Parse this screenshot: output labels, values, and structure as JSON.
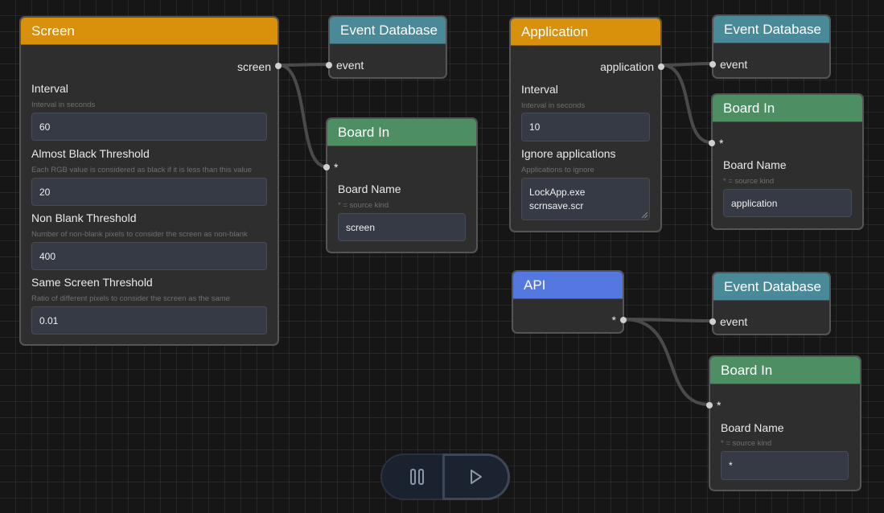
{
  "nodes": {
    "screen": {
      "title": "Screen",
      "output_port": "screen",
      "fields": [
        {
          "label": "Interval",
          "desc": "Interval in seconds",
          "value": "60"
        },
        {
          "label": "Almost Black Threshold",
          "desc": "Each RGB value is considered as black if it is less than this value",
          "value": "20"
        },
        {
          "label": "Non Blank Threshold",
          "desc": "Number of non-blank pixels to consider the screen as non-blank",
          "value": "400"
        },
        {
          "label": "Same Screen Threshold",
          "desc": "Ratio of different pixels to consider the screen as the same",
          "value": "0.01"
        }
      ]
    },
    "event_db_1": {
      "title": "Event Database",
      "input_port": "event"
    },
    "board_in_1": {
      "title": "Board In",
      "input_port": "*",
      "field_label": "Board Name",
      "field_desc": "* = source kind",
      "value": "screen"
    },
    "application": {
      "title": "Application",
      "output_port": "application",
      "interval_label": "Interval",
      "interval_desc": "Interval in seconds",
      "interval_value": "10",
      "ignore_label": "Ignore applications",
      "ignore_desc": "Applications to ignore",
      "ignore_lines": [
        "LockApp.exe",
        "scrnsave.scr"
      ]
    },
    "event_db_2": {
      "title": "Event Database",
      "input_port": "event"
    },
    "board_in_2": {
      "title": "Board In",
      "input_port": "*",
      "field_label": "Board Name",
      "field_desc": "* = source kind",
      "value": "application"
    },
    "api": {
      "title": "API",
      "output_port": "*"
    },
    "event_db_3": {
      "title": "Event Database",
      "input_port": "event"
    },
    "board_in_3": {
      "title": "Board In",
      "input_port": "*",
      "field_label": "Board Name",
      "field_desc": "* = source kind",
      "value": "*"
    }
  },
  "colors": {
    "orange": "#d9900a",
    "teal": "#4a8a98",
    "green": "#4d8e63",
    "blue": "#5577e0"
  },
  "controls": {
    "pause_icon": "pause-icon",
    "play_icon": "play-icon"
  }
}
